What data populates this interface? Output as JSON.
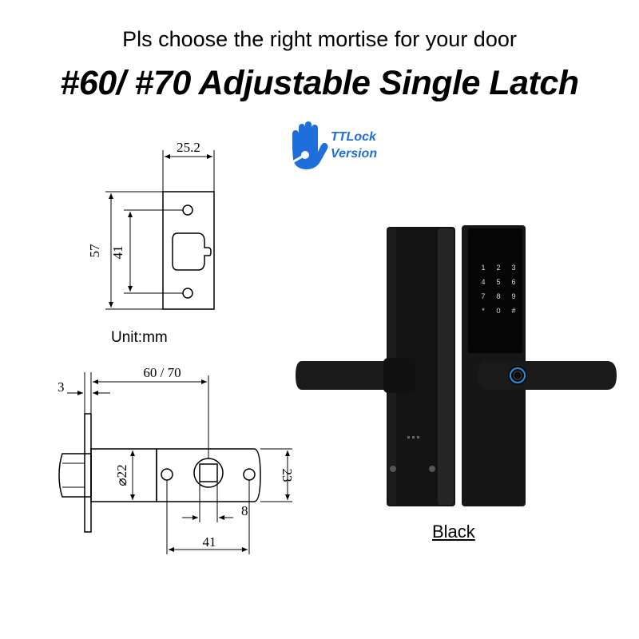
{
  "header": {
    "subtitle": "Pls choose the right mortise for your door",
    "title": "#60/ #70 Adjustable Single Latch"
  },
  "badge": {
    "line1": "TTLock",
    "line2": "Version",
    "color": "#1e6fd9",
    "icon": "hand-key-icon"
  },
  "faceplate": {
    "width": "25.2",
    "height": "57",
    "hole_spacing": "41"
  },
  "unit_label": "Unit:mm",
  "latch": {
    "plate_thickness": "3",
    "backset": "60 / 70",
    "bolt_diameter": "⌀22",
    "body_height": "23",
    "spindle": "8",
    "body_length": "41"
  },
  "product": {
    "color_label": "Black",
    "keypad_keys": [
      "1",
      "2",
      "3",
      "4",
      "5",
      "6",
      "7",
      "8",
      "9",
      "*",
      "0",
      "#"
    ]
  }
}
